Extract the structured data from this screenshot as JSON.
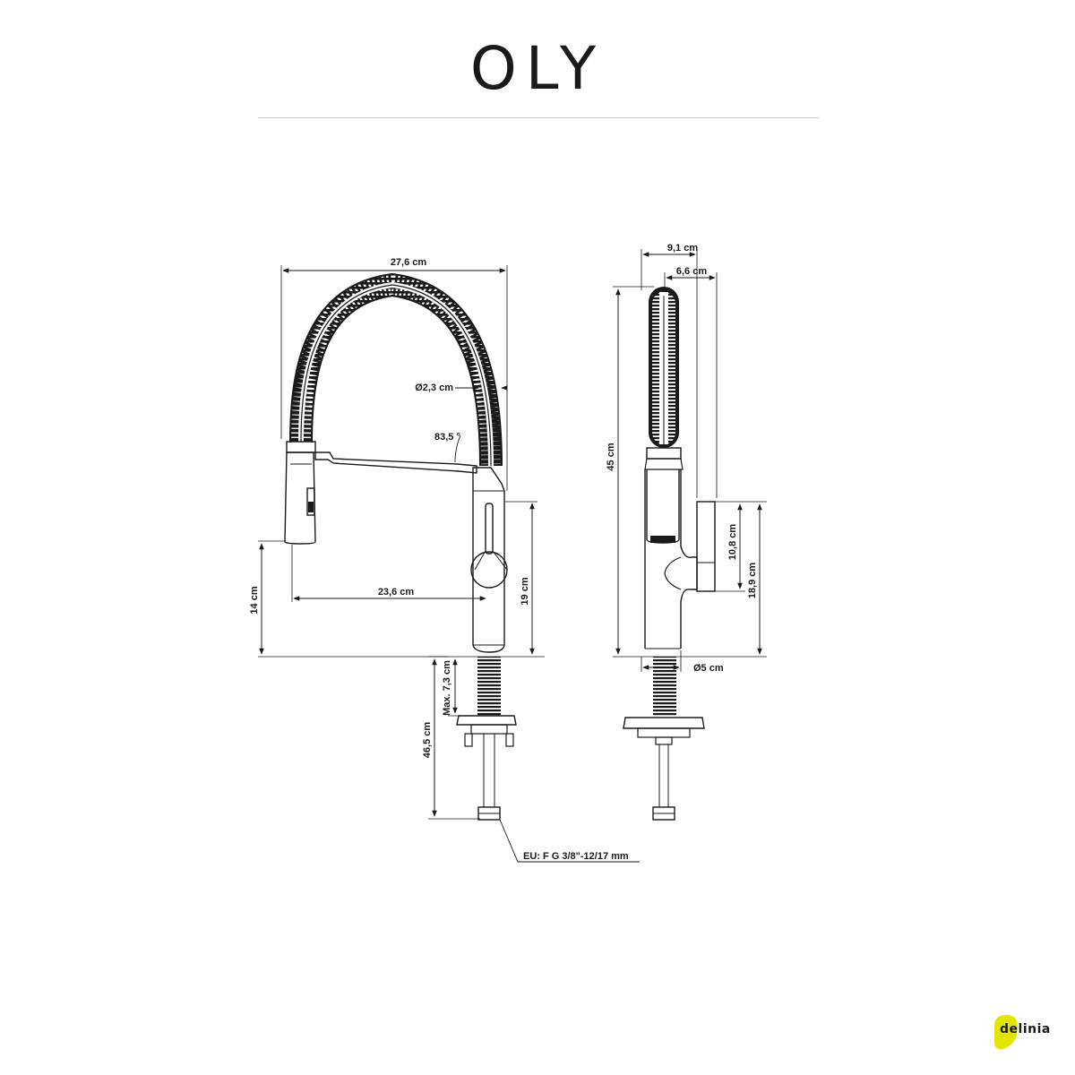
{
  "title": "OLY",
  "brand": {
    "logo_text": "delinia",
    "accent_color": "#e3e500"
  },
  "front_view": {
    "dims": {
      "total_width": "27,6 cm",
      "hose_diameter": "Ø2,3 cm",
      "angle": "83,5 °",
      "spout_reach": "23,6 cm",
      "spout_height": "14 cm",
      "body_height": "19 cm",
      "max_deck_thickness": "Max. 7,3 cm",
      "hose_length": "46,5 cm",
      "connection": "EU: F G  3/8\"-12/17 mm"
    }
  },
  "side_view": {
    "dims": {
      "head_width": "9,1 cm",
      "head_depth": "6,6 cm",
      "total_height": "45 cm",
      "lever_height": "10,8 cm",
      "lever_base_height": "18,9 cm",
      "base_diameter": "Ø5 cm"
    }
  }
}
